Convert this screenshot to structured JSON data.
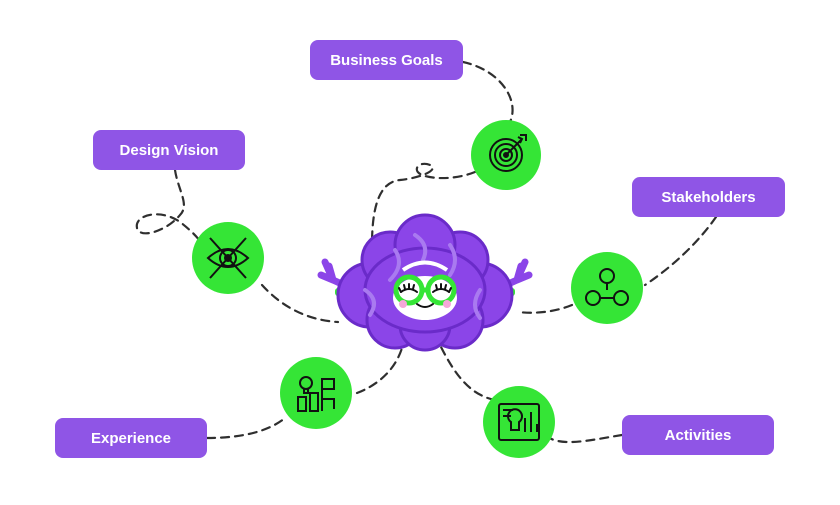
{
  "diagram": {
    "nodes": [
      {
        "id": "business",
        "label": "Business Goals",
        "icon": "target-icon"
      },
      {
        "id": "design",
        "label": "Design Vision",
        "icon": "eye-pencil-icon"
      },
      {
        "id": "stakeholders",
        "label": "Stakeholders",
        "icon": "people-network-icon"
      },
      {
        "id": "experience",
        "label": "Experience",
        "icon": "idea-process-icon"
      },
      {
        "id": "activities",
        "label": "Activities",
        "icon": "idea-chart-icon"
      }
    ],
    "center": {
      "icon": "brain-mascot-icon"
    },
    "colors": {
      "label_bg": "#8f55e6",
      "icon_circle": "#35e536",
      "brain": "#8b45e8",
      "brain_dark": "#6a2bc9",
      "line": "#2f2f2f"
    }
  }
}
